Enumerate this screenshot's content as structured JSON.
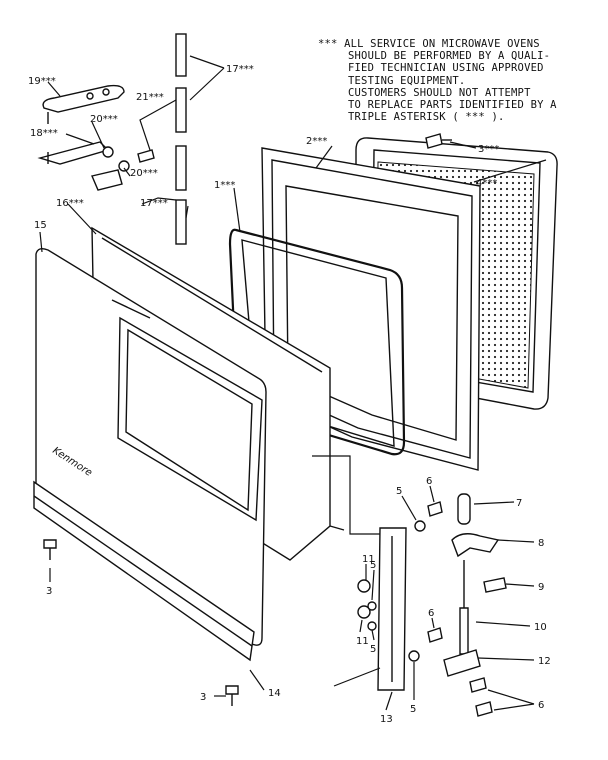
{
  "note": {
    "lines": [
      "*** ALL SERVICE ON MICROWAVE OVENS",
      "SHOULD BE PERFORMED BY A QUALI-",
      "FIED TECHNICIAN USING APPROVED",
      "TESTING EQUIPMENT.",
      "CUSTOMERS SHOULD NOT ATTEMPT",
      "TO REPLACE PARTS IDENTIFIED BY A",
      "TRIPLE ASTERISK ( *** )."
    ]
  },
  "brand_text": "Kenmore",
  "labels": {
    "p1": "1***",
    "p2": "2***",
    "p3a": "3***",
    "p3b": "3",
    "p3c": "3",
    "p4": "4***",
    "p5a": "5",
    "p5b": "5",
    "p5c": "5",
    "p5d": "5",
    "p6a": "6",
    "p6b": "6",
    "p6c": "6",
    "p7": "7",
    "p8": "8",
    "p9": "9",
    "p10": "10",
    "p11a": "11",
    "p11b": "11",
    "p12": "12",
    "p13": "13",
    "p14": "14",
    "p15": "15",
    "p16": "16***",
    "p17a": "17***",
    "p17b": "17***",
    "p18": "18***",
    "p19": "19***",
    "p20a": "20***",
    "p20b": "20***",
    "p21": "21***"
  }
}
